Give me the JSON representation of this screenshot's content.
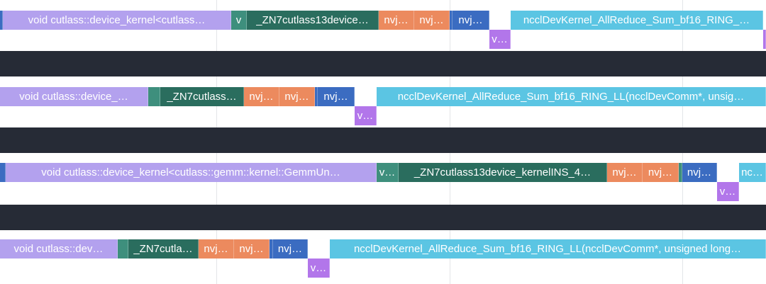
{
  "colors": {
    "lavender": "#b3a1ee",
    "dark_green": "#2a6d5e",
    "teal": "#3e8f7d",
    "orange": "#ec8a5e",
    "blue": "#3b6cc1",
    "purple": "#b276ea",
    "sky": "#5bc5e3",
    "band": "#262b36"
  },
  "tracks": [
    {
      "slices": [
        {
          "label": "",
          "color": "blue"
        },
        {
          "label": "void cutlass::device_kernel<cutlass…",
          "color": "lavender"
        },
        {
          "label": "v",
          "color": "teal"
        },
        {
          "label": "_ZN7cutlass13device…",
          "color": "dark_green"
        },
        {
          "label": "nvj…",
          "color": "orange"
        },
        {
          "label": "nvj…",
          "color": "orange"
        },
        {
          "label": "",
          "color": "blue"
        },
        {
          "label": "nvj…",
          "color": "blue"
        },
        {
          "label": "v…",
          "color": "purple"
        },
        {
          "label": "ncclDevKernel_AllReduce_Sum_bf16_RING_…",
          "color": "sky"
        },
        {
          "label": "",
          "color": "purple"
        }
      ]
    },
    {
      "slices": [
        {
          "label": "void cutlass::device_…",
          "color": "lavender"
        },
        {
          "label": "",
          "color": "teal"
        },
        {
          "label": "_ZN7cutlass…",
          "color": "dark_green"
        },
        {
          "label": "nvj…",
          "color": "orange"
        },
        {
          "label": "nvj…",
          "color": "orange"
        },
        {
          "label": "",
          "color": "blue"
        },
        {
          "label": "nvj…",
          "color": "blue"
        },
        {
          "label": "v…",
          "color": "purple"
        },
        {
          "label": "ncclDevKernel_AllReduce_Sum_bf16_RING_LL(ncclDevComm*, unsig…",
          "color": "sky"
        }
      ]
    },
    {
      "slices": [
        {
          "label": "",
          "color": "blue"
        },
        {
          "label": "void cutlass::device_kernel<cutlass::gemm::kernel::GemmUn…",
          "color": "lavender"
        },
        {
          "label": "v…",
          "color": "teal"
        },
        {
          "label": "_ZN7cutlass13device_kernelINS_4…",
          "color": "dark_green"
        },
        {
          "label": "nvj…",
          "color": "orange"
        },
        {
          "label": "nvj…",
          "color": "orange"
        },
        {
          "label": "",
          "color": "teal"
        },
        {
          "label": "nvj…",
          "color": "blue"
        },
        {
          "label": "v…",
          "color": "purple"
        },
        {
          "label": "nc…",
          "color": "sky"
        }
      ]
    },
    {
      "slices": [
        {
          "label": "void cutlass::dev…",
          "color": "lavender"
        },
        {
          "label": "",
          "color": "teal"
        },
        {
          "label": "_ZN7cutla…",
          "color": "dark_green"
        },
        {
          "label": "nvj…",
          "color": "orange"
        },
        {
          "label": "nvj…",
          "color": "orange"
        },
        {
          "label": "",
          "color": "blue"
        },
        {
          "label": "nvj…",
          "color": "blue"
        },
        {
          "label": "v…",
          "color": "purple"
        },
        {
          "label": "ncclDevKernel_AllReduce_Sum_bf16_RING_LL(ncclDevComm*, unsigned long…",
          "color": "sky"
        }
      ]
    }
  ]
}
